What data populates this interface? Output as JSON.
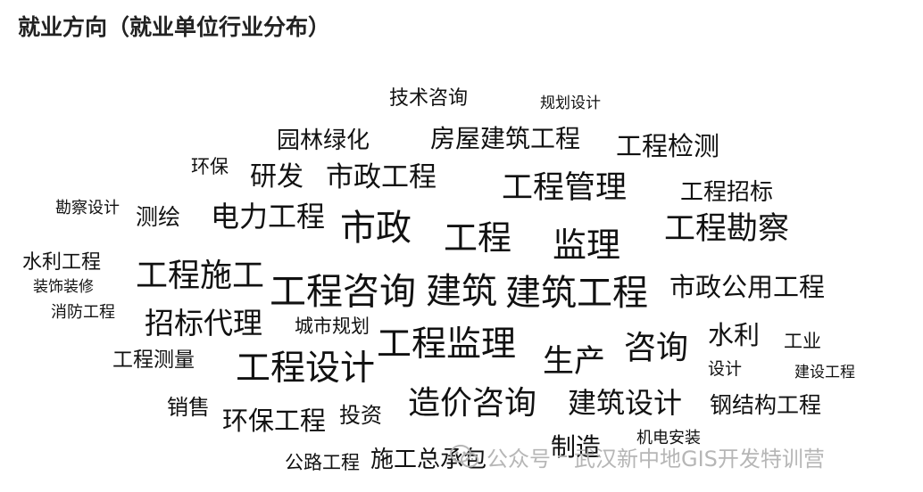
{
  "header": {
    "title": "就业方向（就业单位行业分布）"
  },
  "word_cloud": {
    "words": [
      {
        "text": "技术咨询"
      },
      {
        "text": "规划设计"
      },
      {
        "text": "园林绿化"
      },
      {
        "text": "房屋建筑工程"
      },
      {
        "text": "工程检测"
      },
      {
        "text": "环保"
      },
      {
        "text": "研发"
      },
      {
        "text": "市政工程"
      },
      {
        "text": "工程管理"
      },
      {
        "text": "工程招标"
      },
      {
        "text": "勘察设计"
      },
      {
        "text": "测绘"
      },
      {
        "text": "电力工程"
      },
      {
        "text": "市政"
      },
      {
        "text": "工程"
      },
      {
        "text": "监理"
      },
      {
        "text": "工程勘察"
      },
      {
        "text": "水利工程"
      },
      {
        "text": "工程施工"
      },
      {
        "text": "装饰装修"
      },
      {
        "text": "工程咨询"
      },
      {
        "text": "建筑"
      },
      {
        "text": "建筑工程"
      },
      {
        "text": "市政公用工程"
      },
      {
        "text": "消防工程"
      },
      {
        "text": "招标代理"
      },
      {
        "text": "城市规划"
      },
      {
        "text": "水利"
      },
      {
        "text": "工业"
      },
      {
        "text": "工程监理"
      },
      {
        "text": "生产"
      },
      {
        "text": "咨询"
      },
      {
        "text": "工程测量"
      },
      {
        "text": "设计"
      },
      {
        "text": "建设工程"
      },
      {
        "text": "工程设计"
      },
      {
        "text": "造价咨询"
      },
      {
        "text": "建筑设计"
      },
      {
        "text": "销售"
      },
      {
        "text": "钢结构工程"
      },
      {
        "text": "环保工程"
      },
      {
        "text": "投资"
      },
      {
        "text": "机电安装"
      },
      {
        "text": "制造"
      },
      {
        "text": "公路工程"
      },
      {
        "text": "施工总承包"
      }
    ]
  },
  "watermark": {
    "channel": "公众号",
    "name": "武汉新中地GIS开发特训营",
    "icon": "wechat-icon"
  }
}
